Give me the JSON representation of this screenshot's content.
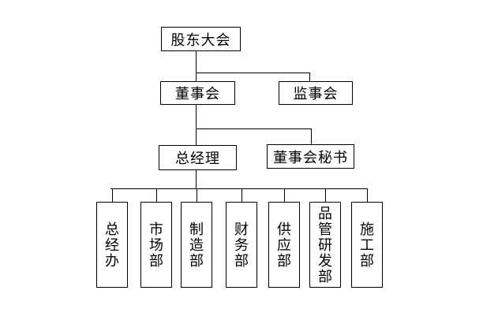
{
  "diagram": {
    "type": "org-chart",
    "colors": {
      "background": "#ffffff",
      "line": "#000000",
      "text": "#000000",
      "node_fill": "#ffffff"
    },
    "nodes": {
      "shareholders": "股东大会",
      "board": "董事会",
      "supervisory": "监事会",
      "general_manager": "总经理",
      "board_secretary": "董事会秘书",
      "departments": [
        "总经办",
        "市场部",
        "制造部",
        "财务部",
        "供应部",
        "品管研发部",
        "施工部"
      ]
    },
    "hierarchy": [
      {
        "parent": "股东大会",
        "children": [
          "董事会",
          "监事会"
        ]
      },
      {
        "parent": "董事会",
        "children": [
          "总经理",
          "董事会秘书"
        ]
      },
      {
        "parent": "总经理",
        "children": [
          "总经办",
          "市场部",
          "制造部",
          "财务部",
          "供应部",
          "品管研发部",
          "施工部"
        ]
      }
    ]
  }
}
